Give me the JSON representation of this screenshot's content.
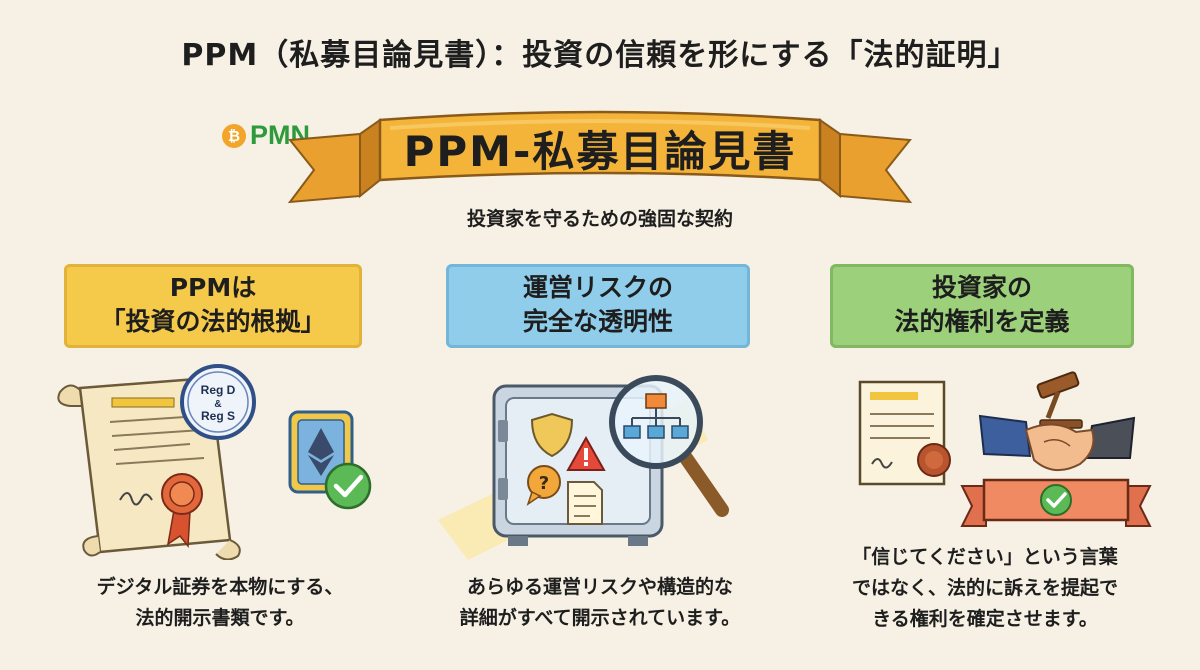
{
  "title": "PPM（私募目論見書）：投資の信頼を形にする「法的証明」",
  "logo": {
    "coin_glyph": "₿",
    "text": "PMN",
    "color": "#2d9a3c"
  },
  "banner": {
    "title": "PPM-私募目論見書",
    "subtitle": "投資家を守るための強固な契約",
    "color": "#f4b43a"
  },
  "columns": [
    {
      "heading_line1": "PPMは",
      "heading_line2": "「投資の法的根拠」",
      "color": "#f5c94a",
      "seal_line1": "Reg D",
      "seal_amp": "&",
      "seal_line2": "Reg S",
      "desc_line1": "デジタル証券を本物にする、",
      "desc_line2": "法的開示書類です。"
    },
    {
      "heading_line1": "運営リスクの",
      "heading_line2": "完全な透明性",
      "color": "#8fcdeb",
      "desc_line1": "あらゆる運営リスクや構造的な",
      "desc_line2": "詳細がすべて開示されています。"
    },
    {
      "heading_line1": "投資家の",
      "heading_line2": "法的権利を定義",
      "color": "#9cd07a",
      "desc_line1": "「信じてください」という言葉",
      "desc_line2": "ではなく、法的に訴えを提起で",
      "desc_line3": "きる権利を確定させます。"
    }
  ],
  "icons": [
    "bitcoin-coin-icon",
    "ribbon-banner-icon",
    "scroll-document-icon",
    "reg-seal-icon",
    "ethereum-token-icon",
    "checkmark-badge-icon",
    "vault-safe-icon",
    "shield-icon",
    "warning-icon",
    "question-bubble-icon",
    "document-icon",
    "magnifying-glass-icon",
    "org-chart-icon",
    "contract-document-icon",
    "wax-seal-icon",
    "gavel-icon",
    "handshake-icon",
    "check-ribbon-icon"
  ]
}
